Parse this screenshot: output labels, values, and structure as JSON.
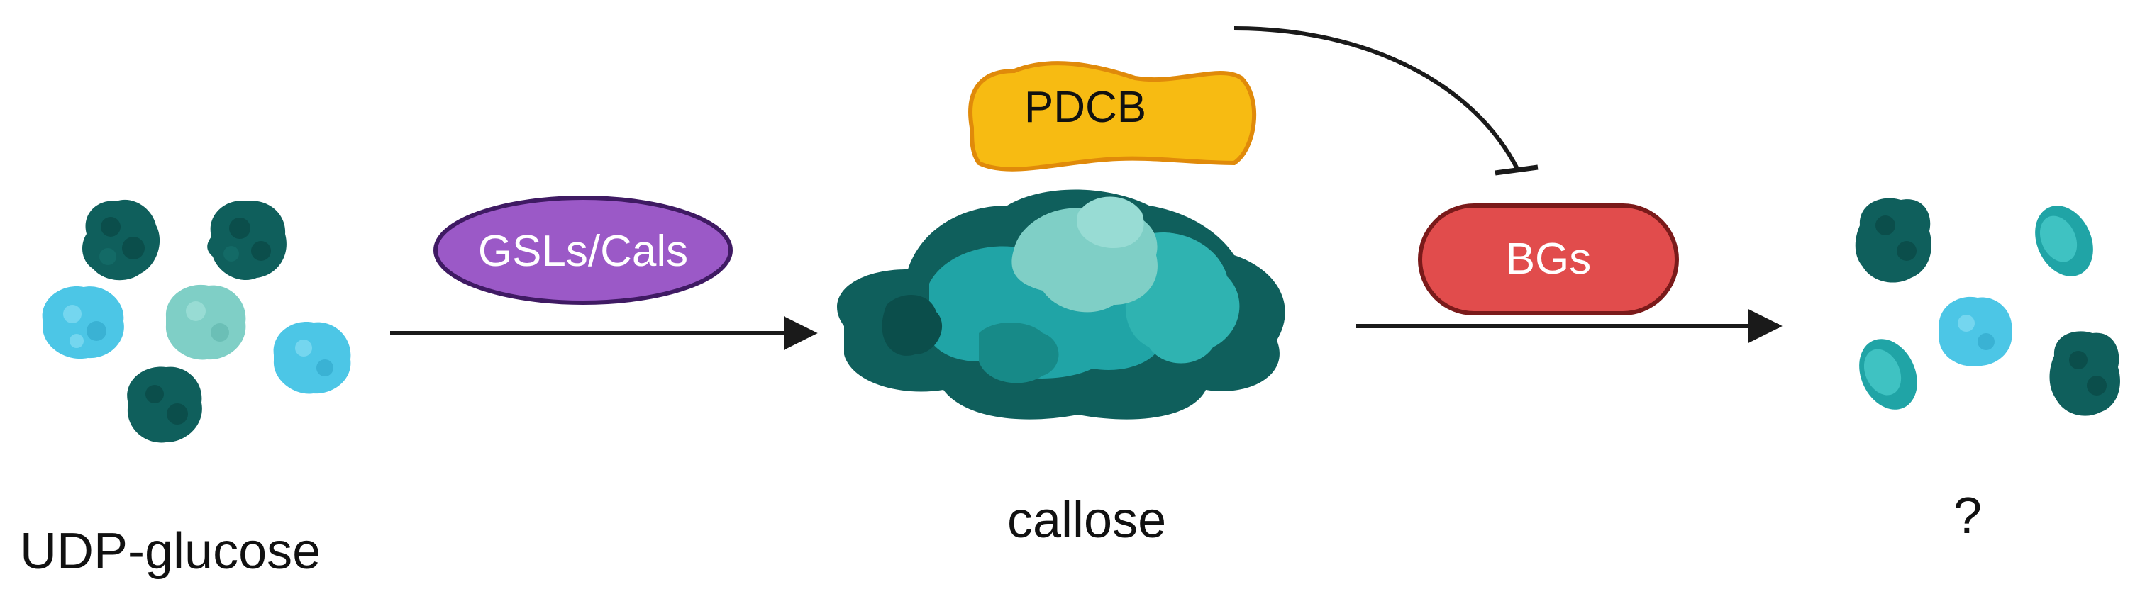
{
  "labels": {
    "substrate": "UDP-glucose",
    "product": "callose",
    "degradation_product": "?"
  },
  "enzymes": {
    "synthase": "GSLs/Cals",
    "binding_protein": "PDCB",
    "glucanase": "BGs"
  },
  "colors": {
    "dark_teal": "#0f5f5c",
    "mid_teal": "#20a4a6",
    "light_teal": "#7fcfc6",
    "light_blue": "#4cc6e6",
    "purple": "#9b59c7",
    "orange": "#f7bb12",
    "red": "#e14c4c",
    "arrow": "#1a1a1a"
  },
  "icons": {
    "glucose_molecule": "molecule-blob-icon",
    "callose_polymer": "polymer-cluster-icon",
    "ellipse_fragment": "oval-fragment-icon"
  }
}
